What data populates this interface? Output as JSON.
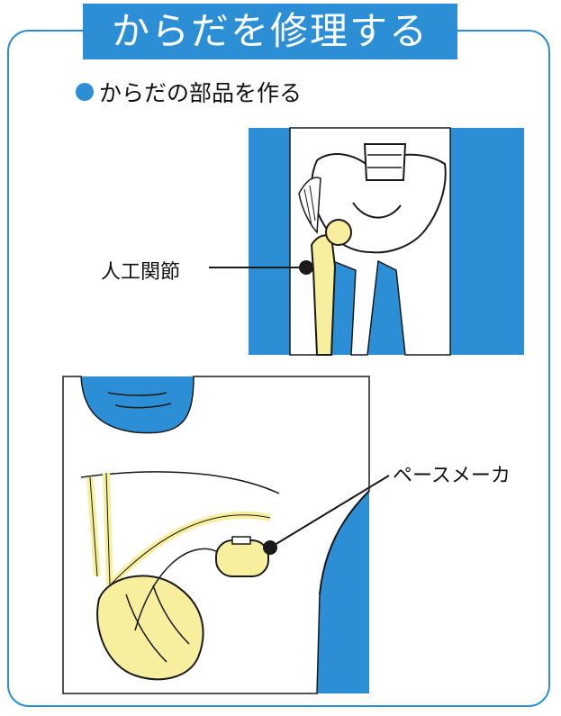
{
  "header": {
    "title": "からだを修理する"
  },
  "section": {
    "subtitle": "からだの部品を作る"
  },
  "labels": {
    "joint": "人工関節",
    "pacemaker": "ペースメーカ"
  },
  "colors": {
    "accent": "#2c8fd6",
    "implant": "#f7ef9e",
    "outline": "#1a1a1a"
  }
}
